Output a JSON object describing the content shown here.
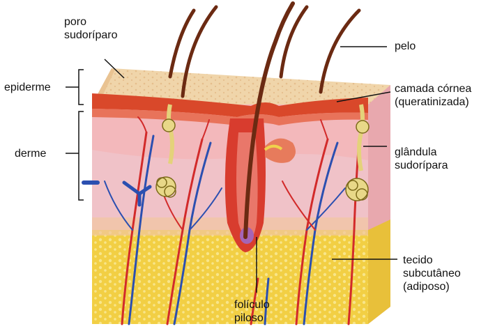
{
  "labels": {
    "poro_sudoriparo": "poro\nsudoríparo",
    "epiderme": "epiderme",
    "derme": "derme",
    "pelo": "pelo",
    "camada_cornea": "camada córnea\n(queratinizada)",
    "glandula_sudoripara": "glândula\nsudorípara",
    "tecido_subcutaneo": "tecido\nsubcutâneo\n(adiposo)",
    "foliculo_piloso": "folículo\npiloso"
  },
  "colors": {
    "epidermis": "#f0d4a8",
    "cornea": "#d94a2a",
    "dermis": "#f4b6b8",
    "adipose": "#f1d04a",
    "artery": "#d32a2a",
    "vein": "#2b4fb0",
    "gland": "#e6d27a",
    "hair": "#6b2a12"
  }
}
